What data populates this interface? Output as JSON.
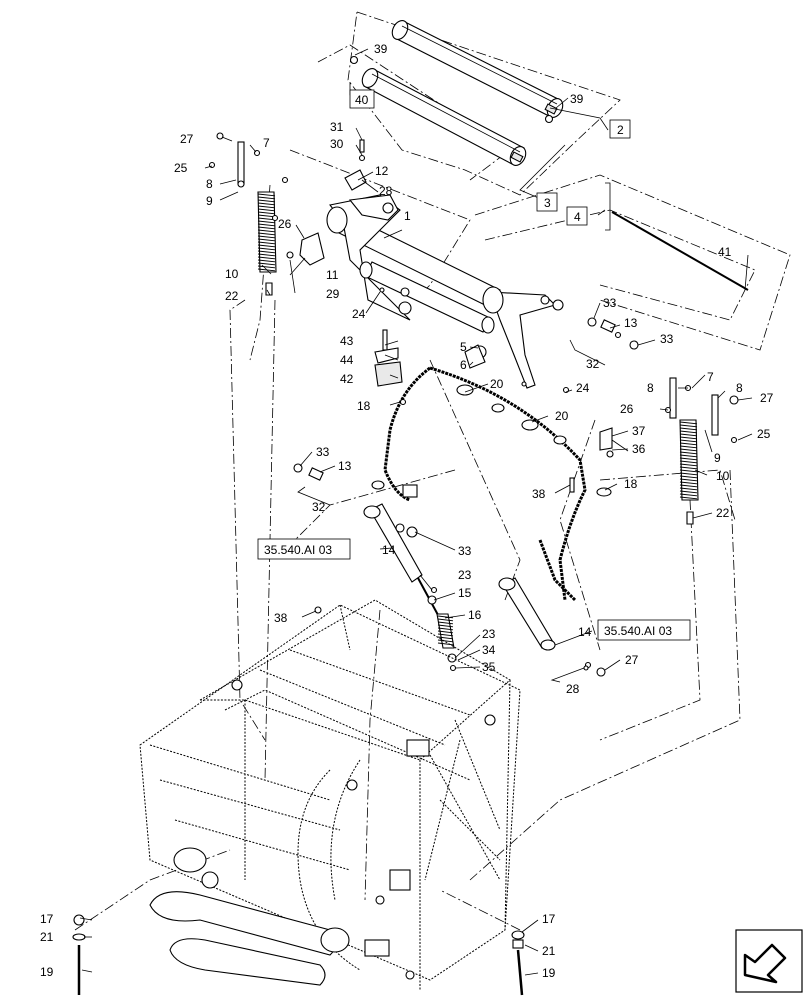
{
  "callouts": [
    "1",
    "2",
    "3",
    "4",
    "5",
    "6",
    "7",
    "8",
    "9",
    "10",
    "11",
    "12",
    "13",
    "14",
    "15",
    "16",
    "17",
    "18",
    "19",
    "20",
    "21",
    "22",
    "23",
    "24",
    "25",
    "26",
    "27",
    "28",
    "29",
    "30",
    "31",
    "32",
    "33",
    "34",
    "35",
    "36",
    "37",
    "38",
    "39",
    "40",
    "41",
    "42",
    "43",
    "44"
  ],
  "boxed_callouts": {
    "b2": "2",
    "b3": "3",
    "b4": "4",
    "b40": "40"
  },
  "references": {
    "ref_left": "35.540.AI 03",
    "ref_right": "35.540.AI 03"
  },
  "nav_icon": "next-page-arrow-icon"
}
